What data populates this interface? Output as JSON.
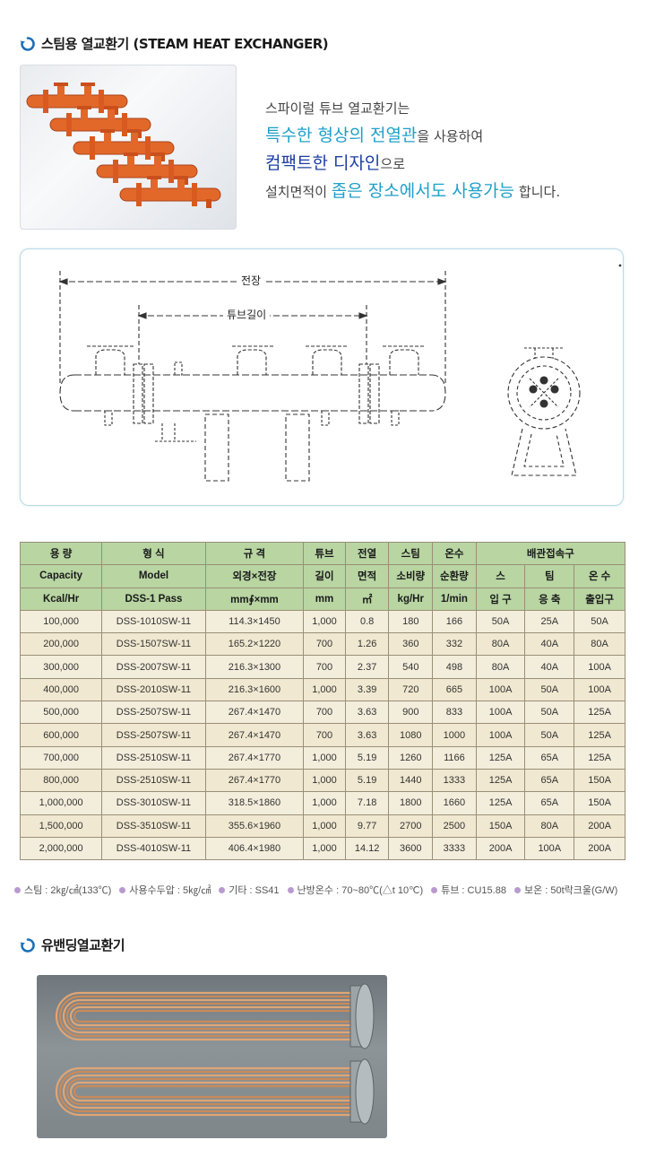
{
  "section1": {
    "title": "스팀용 열교환기 (STEAM HEAT EXCHANGER)",
    "desc": {
      "line1": "스파이럴 튜브 열교환기는",
      "line2_em": "특수한 형상의 전열관",
      "line2_rest": "을 사용하여",
      "line3_em": "컴팩트한 디자인",
      "line3_rest": "으로",
      "line4_pre": "설치면적이 ",
      "line4_em": "좁은 장소에서도 사용가능",
      "line4_rest": " 합니다."
    }
  },
  "drawing": {
    "label_total": "전장",
    "label_tube": "튜브길이"
  },
  "table": {
    "header1": [
      "용 량",
      "형 식",
      "규 격",
      "튜브",
      "전열",
      "스팀",
      "온수",
      "배관접속구"
    ],
    "header2": [
      "Capacity",
      "Model",
      "외경×전장",
      "길이",
      "면적",
      "소비량",
      "순환량",
      "스",
      "팀",
      "온 수"
    ],
    "header3": [
      "Kcal/Hr",
      "DSS-1 Pass",
      "mm∮×mm",
      "mm",
      "㎡",
      "kg/Hr",
      "1/min",
      "입 구",
      "응 축",
      "출입구"
    ],
    "rows": [
      [
        "100,000",
        "DSS-1010SW-11",
        "114.3×1450",
        "1,000",
        "0.8",
        "180",
        "166",
        "50A",
        "25A",
        "50A"
      ],
      [
        "200,000",
        "DSS-1507SW-11",
        "165.2×1220",
        "700",
        "1.26",
        "360",
        "332",
        "80A",
        "40A",
        "80A"
      ],
      [
        "300,000",
        "DSS-2007SW-11",
        "216.3×1300",
        "700",
        "2.37",
        "540",
        "498",
        "80A",
        "40A",
        "100A"
      ],
      [
        "400,000",
        "DSS-2010SW-11",
        "216.3×1600",
        "1,000",
        "3.39",
        "720",
        "665",
        "100A",
        "50A",
        "100A"
      ],
      [
        "500,000",
        "DSS-2507SW-11",
        "267.4×1470",
        "700",
        "3.63",
        "900",
        "833",
        "100A",
        "50A",
        "125A"
      ],
      [
        "600,000",
        "DSS-2507SW-11",
        "267.4×1470",
        "700",
        "3.63",
        "1080",
        "1000",
        "100A",
        "50A",
        "125A"
      ],
      [
        "700,000",
        "DSS-2510SW-11",
        "267.4×1770",
        "1,000",
        "5.19",
        "1260",
        "1166",
        "125A",
        "65A",
        "125A"
      ],
      [
        "800,000",
        "DSS-2510SW-11",
        "267.4×1770",
        "1,000",
        "5.19",
        "1440",
        "1333",
        "125A",
        "65A",
        "150A"
      ],
      [
        "1,000,000",
        "DSS-3010SW-11",
        "318.5×1860",
        "1,000",
        "7.18",
        "1800",
        "1660",
        "125A",
        "65A",
        "150A"
      ],
      [
        "1,500,000",
        "DSS-3510SW-11",
        "355.6×1960",
        "1,000",
        "9.77",
        "2700",
        "2500",
        "150A",
        "80A",
        "200A"
      ],
      [
        "2,000,000",
        "DSS-4010SW-11",
        "406.4×1980",
        "1,000",
        "14.12",
        "3600",
        "3333",
        "200A",
        "100A",
        "200A"
      ]
    ]
  },
  "notes": [
    "스팀 : 2㎏/㎠(133℃)",
    "사용수두압 : 5㎏/㎠",
    "기타 : SS41",
    "난방온수 : 70~80℃(△t 10℃)",
    "튜브 : CU15.88",
    "보온 : 50t락크울(G/W)"
  ],
  "section2": {
    "title": "유밴딩열교환기"
  },
  "colors": {
    "accent_blue": "#1fa0c9",
    "accent_navy": "#1c3ea2",
    "header_green": "#b8d5a2",
    "cell_beige": "#f3eddb",
    "bullet_purple": "#b89ad0",
    "exchanger_orange": "#e2682a"
  },
  "icons": [
    "refresh-circle-icon"
  ]
}
